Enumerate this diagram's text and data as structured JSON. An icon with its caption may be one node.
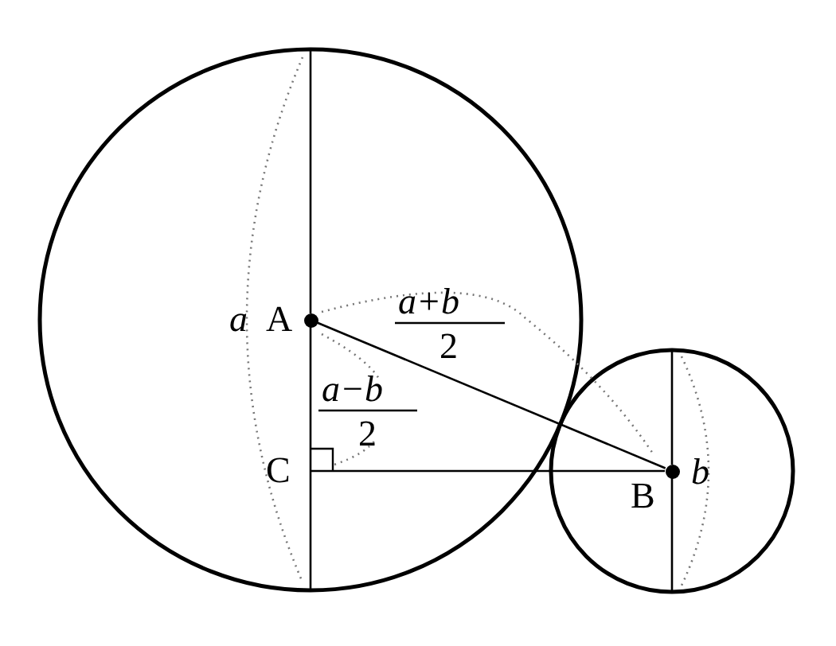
{
  "diagram": {
    "nodes": [
      {
        "text": [
          "A"
        ]
      },
      {
        "text": [
          "C"
        ]
      },
      {
        "text": [
          "B"
        ]
      }
    ],
    "edges": [
      {
        "from": 0,
        "to": 2,
        "arrow": "none"
      },
      {
        "from": 0,
        "to": 1,
        "arrow": "none"
      },
      {
        "from": 1,
        "to": 2,
        "arrow": "none"
      }
    ],
    "labels": [
      "a",
      "a+b",
      "2",
      "a−b",
      "2",
      "b"
    ]
  }
}
